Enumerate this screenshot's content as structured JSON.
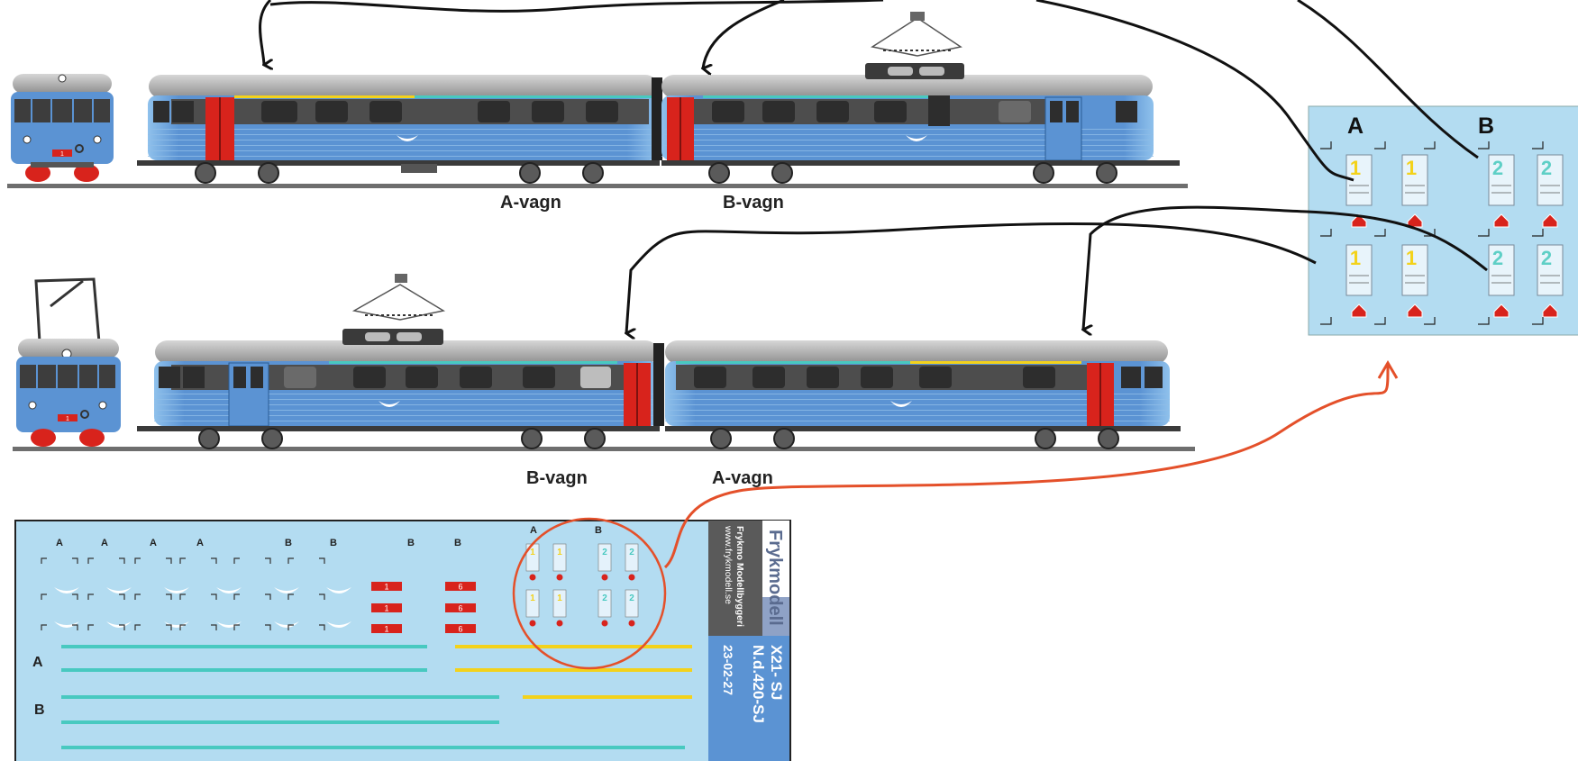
{
  "labels": {
    "top_a": "A-vagn",
    "top_b": "B-vagn",
    "bottom_b": "B-vagn",
    "bottom_a": "A-vagn"
  },
  "decal_sheet": {
    "letters_row": [
      "A",
      "A",
      "A",
      "A",
      "B",
      "B",
      "B",
      "B"
    ],
    "circle_letters": [
      "A",
      "B"
    ],
    "stripe_labels": [
      "A",
      "B"
    ],
    "number_plates": [
      "1",
      "1",
      "1",
      "6",
      "6",
      "6"
    ],
    "logo_text": "Frykmodell",
    "maker_line1": "Frykmo Modellbyggeri",
    "maker_line2": "www.frykmodell.se",
    "title_line1": "X21- SJ",
    "title_line2": "N.d.420-SJ",
    "title_line3": "23-02-27"
  },
  "zoom_panel": {
    "col_a": "A",
    "col_b": "B",
    "digits": [
      "1",
      "1",
      "2",
      "2",
      "1",
      "1",
      "2",
      "2"
    ]
  },
  "front_plates": [
    "1",
    "1"
  ],
  "colors": {
    "train_blue": "#5b93d3",
    "train_blue_light": "#8fbde8",
    "roof_grey": "#a9a9a9",
    "window_band": "#4d4d4d",
    "door_red": "#d8231c",
    "sheet_blue": "#b3dcf1",
    "stripe_teal": "#48c9c0",
    "stripe_yellow": "#f3d21b",
    "callout_orange": "#e4502a",
    "arrow_black": "#111111"
  }
}
